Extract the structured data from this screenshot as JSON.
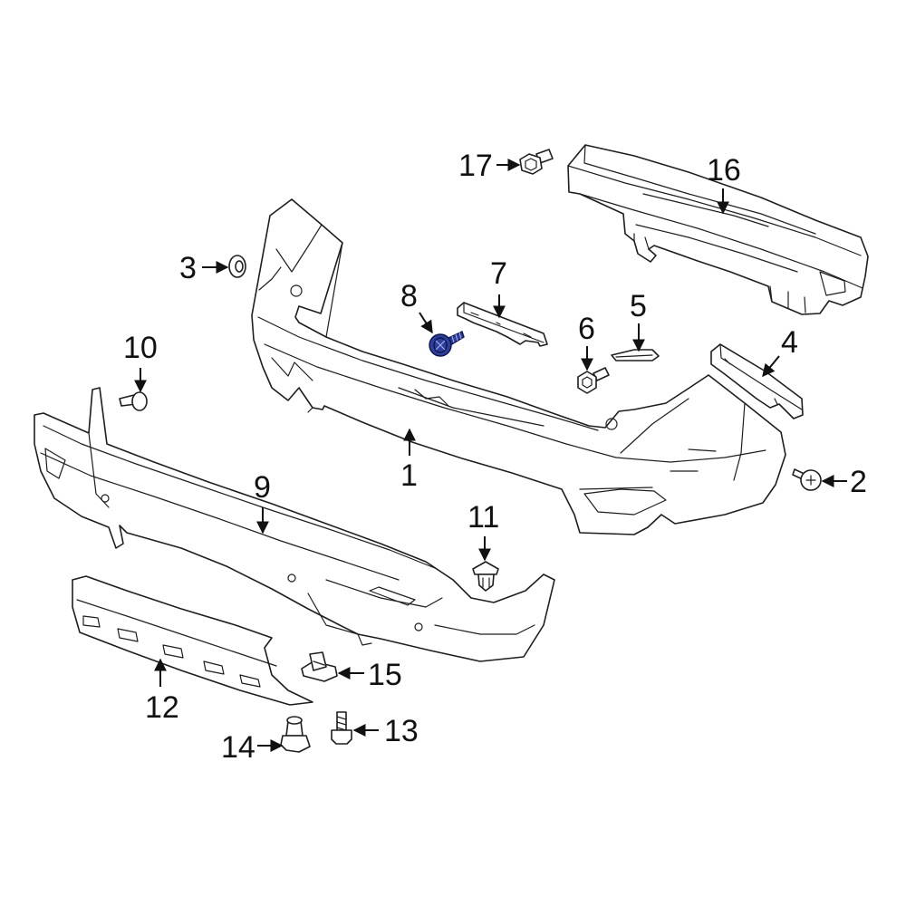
{
  "diagram": {
    "highlight_color": "#2d3e9b",
    "callouts": [
      {
        "id": "1",
        "label": "1"
      },
      {
        "id": "2",
        "label": "2"
      },
      {
        "id": "3",
        "label": "3"
      },
      {
        "id": "4",
        "label": "4"
      },
      {
        "id": "5",
        "label": "5"
      },
      {
        "id": "6",
        "label": "6"
      },
      {
        "id": "7",
        "label": "7"
      },
      {
        "id": "8",
        "label": "8",
        "highlighted": true
      },
      {
        "id": "9",
        "label": "9"
      },
      {
        "id": "10",
        "label": "10"
      },
      {
        "id": "11",
        "label": "11"
      },
      {
        "id": "12",
        "label": "12"
      },
      {
        "id": "13",
        "label": "13"
      },
      {
        "id": "14",
        "label": "14"
      },
      {
        "id": "15",
        "label": "15"
      },
      {
        "id": "16",
        "label": "16"
      },
      {
        "id": "17",
        "label": "17"
      }
    ]
  }
}
